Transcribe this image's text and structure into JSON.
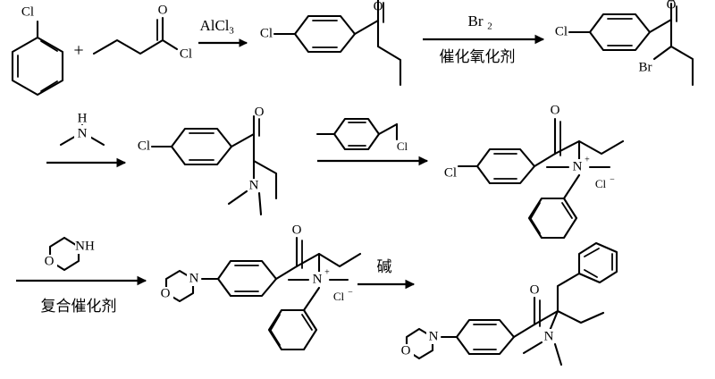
{
  "scheme": {
    "title": "Synthesis route of 2-benzyl-2-dimethylamino-1-(4-morpholinophenyl)butan-1-one",
    "background_color": "#ffffff",
    "line_color": "#000000",
    "steps": [
      {
        "id": "step-1",
        "reactants": [
          "chlorobenzene",
          "butyryl chloride"
        ],
        "plus_symbol": "+",
        "reagent_above": "AlCl3",
        "reagent_above_display": "AlCl",
        "reagent_above_subscript": "3",
        "reagent_below": "",
        "product": "1-(4-chlorophenyl)butan-1-one"
      },
      {
        "id": "step-2",
        "reagent_above": "Br2",
        "reagent_above_display": "Br",
        "reagent_above_subscript": "2",
        "reagent_below": "催化氧化剂",
        "product": "2-bromo-1-(4-chlorophenyl)butan-1-one"
      },
      {
        "id": "step-3",
        "reagent_above": "dimethylamine",
        "reagent_below": "",
        "product": "1-(4-chlorophenyl)-2-dimethylaminobutan-1-one"
      },
      {
        "id": "step-4",
        "reagent_above": "4-methylbenzyl chloride",
        "reagent_below": "",
        "product": "quaternary ammonium chloride"
      },
      {
        "id": "step-5",
        "reagent_above": "morpholine",
        "reagent_below": "复合催化剂",
        "product": "morpholino quaternary ammonium chloride"
      },
      {
        "id": "step-6",
        "reagent_above": "碱",
        "reagent_below": "",
        "product": "2-benzyl-2-dimethylamino-1-(4-morpholinophenyl)butan-1-one"
      }
    ],
    "atom_labels": {
      "chlorine": "Cl",
      "oxygen": "O",
      "nitrogen": "N",
      "bromine": "Br",
      "nitrogen_cation": "N",
      "chloride_anion": "Cl",
      "amine_hydrogen": "H",
      "morpholine_nh": "NH",
      "plus_charge": "+",
      "minus_charge": "−"
    }
  }
}
